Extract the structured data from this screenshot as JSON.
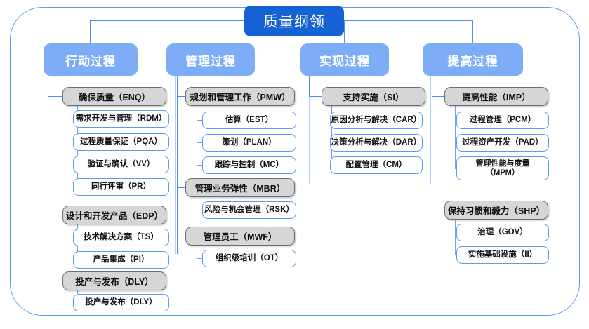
{
  "diagram": {
    "title": "质量纲领",
    "frame_color": "#5b9bf8",
    "title_color": "#1562d4",
    "header_color": "#7eadf7",
    "group_color": "#d6d6d6",
    "leaf_color": "#ffffff"
  },
  "columns": [
    {
      "id": "col-action",
      "header": "行动过程",
      "groups": [
        {
          "label": "确保质量（ENQ）",
          "children": [
            "需求开发与管理（RDM）",
            "过程质量保证（PQA）",
            "验证与确认（VV）",
            "同行评审（PR）"
          ]
        },
        {
          "label": "设计和开发产品（EDP）",
          "children": [
            "技术解决方案（TS）",
            "产品集成（PI）"
          ]
        },
        {
          "label": "投产与发布（DLY）",
          "children": [
            "投产与发布（DLY）"
          ]
        }
      ]
    },
    {
      "id": "col-manage",
      "header": "管理过程",
      "groups": [
        {
          "label": "规划和管理工作（PMW）",
          "children": [
            "估算（EST）",
            "策划（PLAN）",
            "跟踪与控制（MC）"
          ]
        },
        {
          "label": "管理业务弹性（MBR）",
          "children": [
            "风险与机会管理（RSK）"
          ]
        },
        {
          "label": "管理员工（MWF）",
          "children": [
            "组织级培训（OT）"
          ]
        }
      ]
    },
    {
      "id": "col-realize",
      "header": "实现过程",
      "groups": [
        {
          "label": "支持实施（SI）",
          "children": [
            "原因分析与解决（CAR）",
            "决策分析与解决（DAR）",
            "配置管理（CM）"
          ]
        }
      ]
    },
    {
      "id": "col-improve",
      "header": "提高过程",
      "groups": [
        {
          "label": "提高性能（IMP）",
          "children": [
            "过程管理（PCM）",
            "过程资产开发（PAD）",
            "管理性能与度量\n（MPM）"
          ]
        },
        {
          "label": "保持习惯和毅力（SHP）",
          "children": [
            "治理（GOV）",
            "实施基础设施（II）"
          ]
        }
      ]
    }
  ]
}
